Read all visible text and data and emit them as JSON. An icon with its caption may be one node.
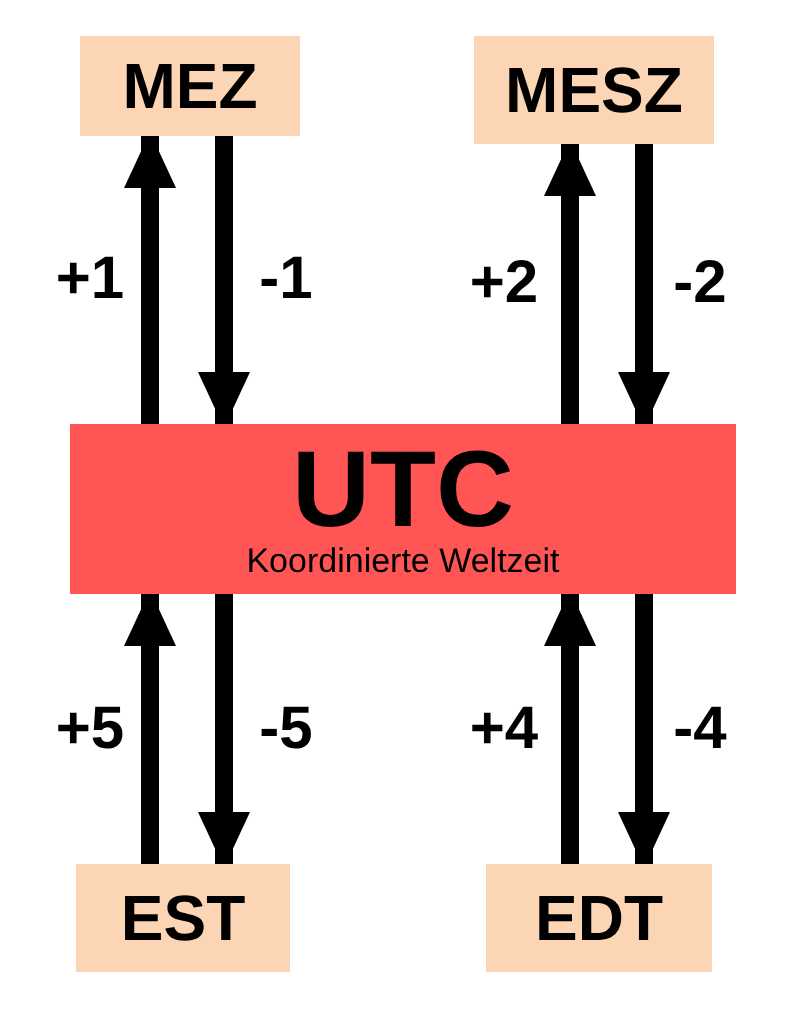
{
  "diagram": {
    "nodes": [
      {
        "text": [
          "MEZ"
        ]
      },
      {
        "text": [
          "MESZ"
        ]
      },
      {
        "text": [
          "UTC",
          "Koordinierte Weltzeit"
        ]
      },
      {
        "text": [
          "EST"
        ]
      },
      {
        "text": [
          "EDT"
        ]
      }
    ],
    "edges": [
      {
        "from": 2,
        "to": 0,
        "arrow": "to",
        "label": "+1"
      },
      {
        "from": 0,
        "to": 2,
        "arrow": "to",
        "label": "-1"
      },
      {
        "from": 2,
        "to": 1,
        "arrow": "to",
        "label": "+2"
      },
      {
        "from": 1,
        "to": 2,
        "arrow": "to",
        "label": "-2"
      },
      {
        "from": 3,
        "to": 2,
        "arrow": "to",
        "label": "+5"
      },
      {
        "from": 2,
        "to": 3,
        "arrow": "to",
        "label": "-5"
      },
      {
        "from": 4,
        "to": 2,
        "arrow": "to",
        "label": "+4"
      },
      {
        "from": 2,
        "to": 4,
        "arrow": "to",
        "label": "-4"
      }
    ]
  }
}
